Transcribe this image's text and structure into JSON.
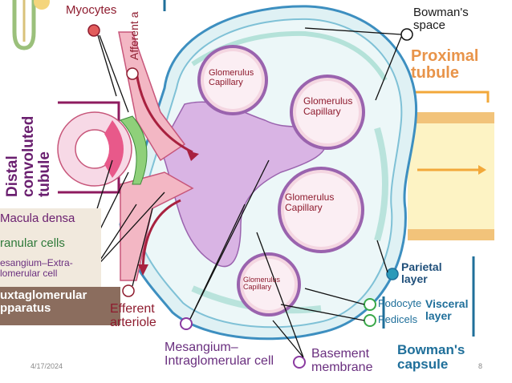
{
  "labels": {
    "myocytes": "Myocytes",
    "afferent": "Afferent a",
    "bowmans_space": "Bowman's\nspace",
    "proximal_tubule": "Proximal\ntubule",
    "distal_tubule": "Distal\nconvoluted\ntubule",
    "glom1": "Glomerulus\nCapillary",
    "glom2": "Glomerulus\nCapillary",
    "glom3": "Glomerulus\nCapillary",
    "glom4": "Glomerulus\nCapillary",
    "macula_densa": "Macula densa",
    "granular_cells": "ranular cells",
    "mesangium_extra": "esangium–Extra-\nlomerular cell",
    "juxtaglomerular": "uxtaglomerular\npparatus",
    "efferent": "Efferent\narteriole",
    "parietal": "Parietal\nlayer",
    "podocyte": "Podocyte",
    "pedicels": "Pedicels",
    "visceral": "Visceral\nlayer",
    "bowmans_capsule": "Bowman's\ncapsule",
    "mesangium_intra": "Mesangium–\nIntraglomerular cell",
    "basement": "Basement\nmembrane"
  },
  "footer": {
    "date": "4/17/2024",
    "page": "8"
  },
  "colors": {
    "capsule_teal": "#3d8fc0",
    "capsule_fill": "#dff1f4",
    "mesangium_purple": "#c99bd6",
    "capillary_pink": "#f4d6e1",
    "arteriole_pink": "#f3b7c4",
    "macula_pink": "#e8598a",
    "granular_green": "#8fd07a",
    "tubule_yellow": "#fdf3c4",
    "marker_red": "#e25c5c",
    "marker_green": "#3aa84a",
    "marker_purple": "#8a3aa0",
    "marker_teal": "#2b9ab9"
  }
}
